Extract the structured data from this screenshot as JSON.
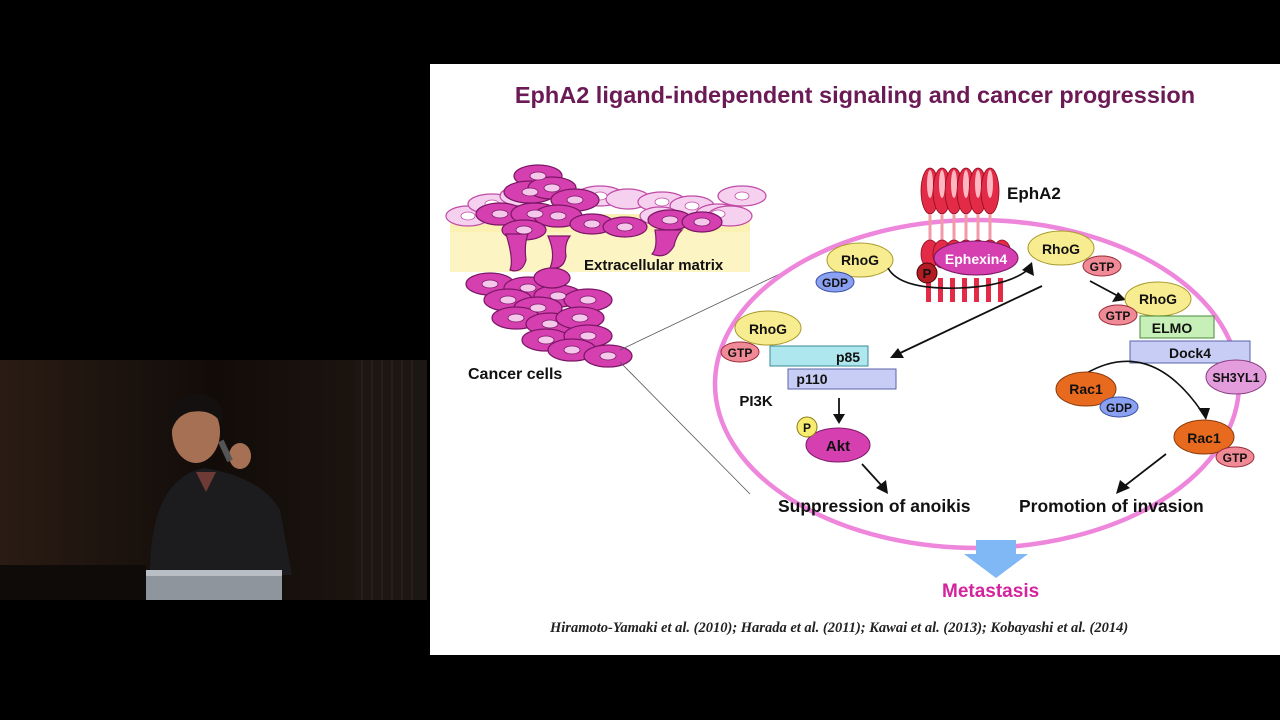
{
  "slide": {
    "title": "EphA2 ligand-independent signaling and cancer progression",
    "labels": {
      "epha2": "EphA2",
      "extracellular_matrix": "Extracellular matrix",
      "cancer_cells": "Cancer cells",
      "rhog_gdp": "RhoG",
      "gdp_1": "GDP",
      "ephexin4": "Ephexin4",
      "phospho_p": "P",
      "rhog_gtp_top": "RhoG",
      "gtp_top": "GTP",
      "rhog_elmo": "RhoG",
      "gtp_elmo": "GTP",
      "elmo": "ELMO",
      "dock4": "Dock4",
      "sh3yl1": "SH3YL1",
      "rhog_pi3k": "RhoG",
      "gtp_pi3k": "GTP",
      "p85": "p85",
      "p110": "p110",
      "pi3k": "PI3K",
      "akt_p": "P",
      "akt": "Akt",
      "rac1_gdp": "Rac1",
      "gdp_2": "GDP",
      "rac1_gtp": "Rac1",
      "gtp_rac1": "GTP",
      "suppression": "Suppression of anoikis",
      "promotion": "Promotion of invasion",
      "metastasis": "Metastasis"
    },
    "citation": "Hiramoto-Yamaki et al. (2010); Harada et al. (2011); Kawai et al. (2013); Kobayashi et al. (2014)"
  },
  "colors": {
    "title": "#6b1a55",
    "magenta_cell": "#d63fb0",
    "pink_light": "#f3c4ea",
    "rhog_yellow": "#f7ec8f",
    "gtp_pink": "#f08a96",
    "gdp_blue": "#8aa0f0",
    "rac1_orange": "#e86a1e",
    "elmo_green": "#c6f0b8",
    "dock4_lavender": "#c7cdf4",
    "p85_cyan": "#aee8ee",
    "ecm_yellow": "#fbf1b3",
    "arrow_blue": "#7fb8f4"
  }
}
